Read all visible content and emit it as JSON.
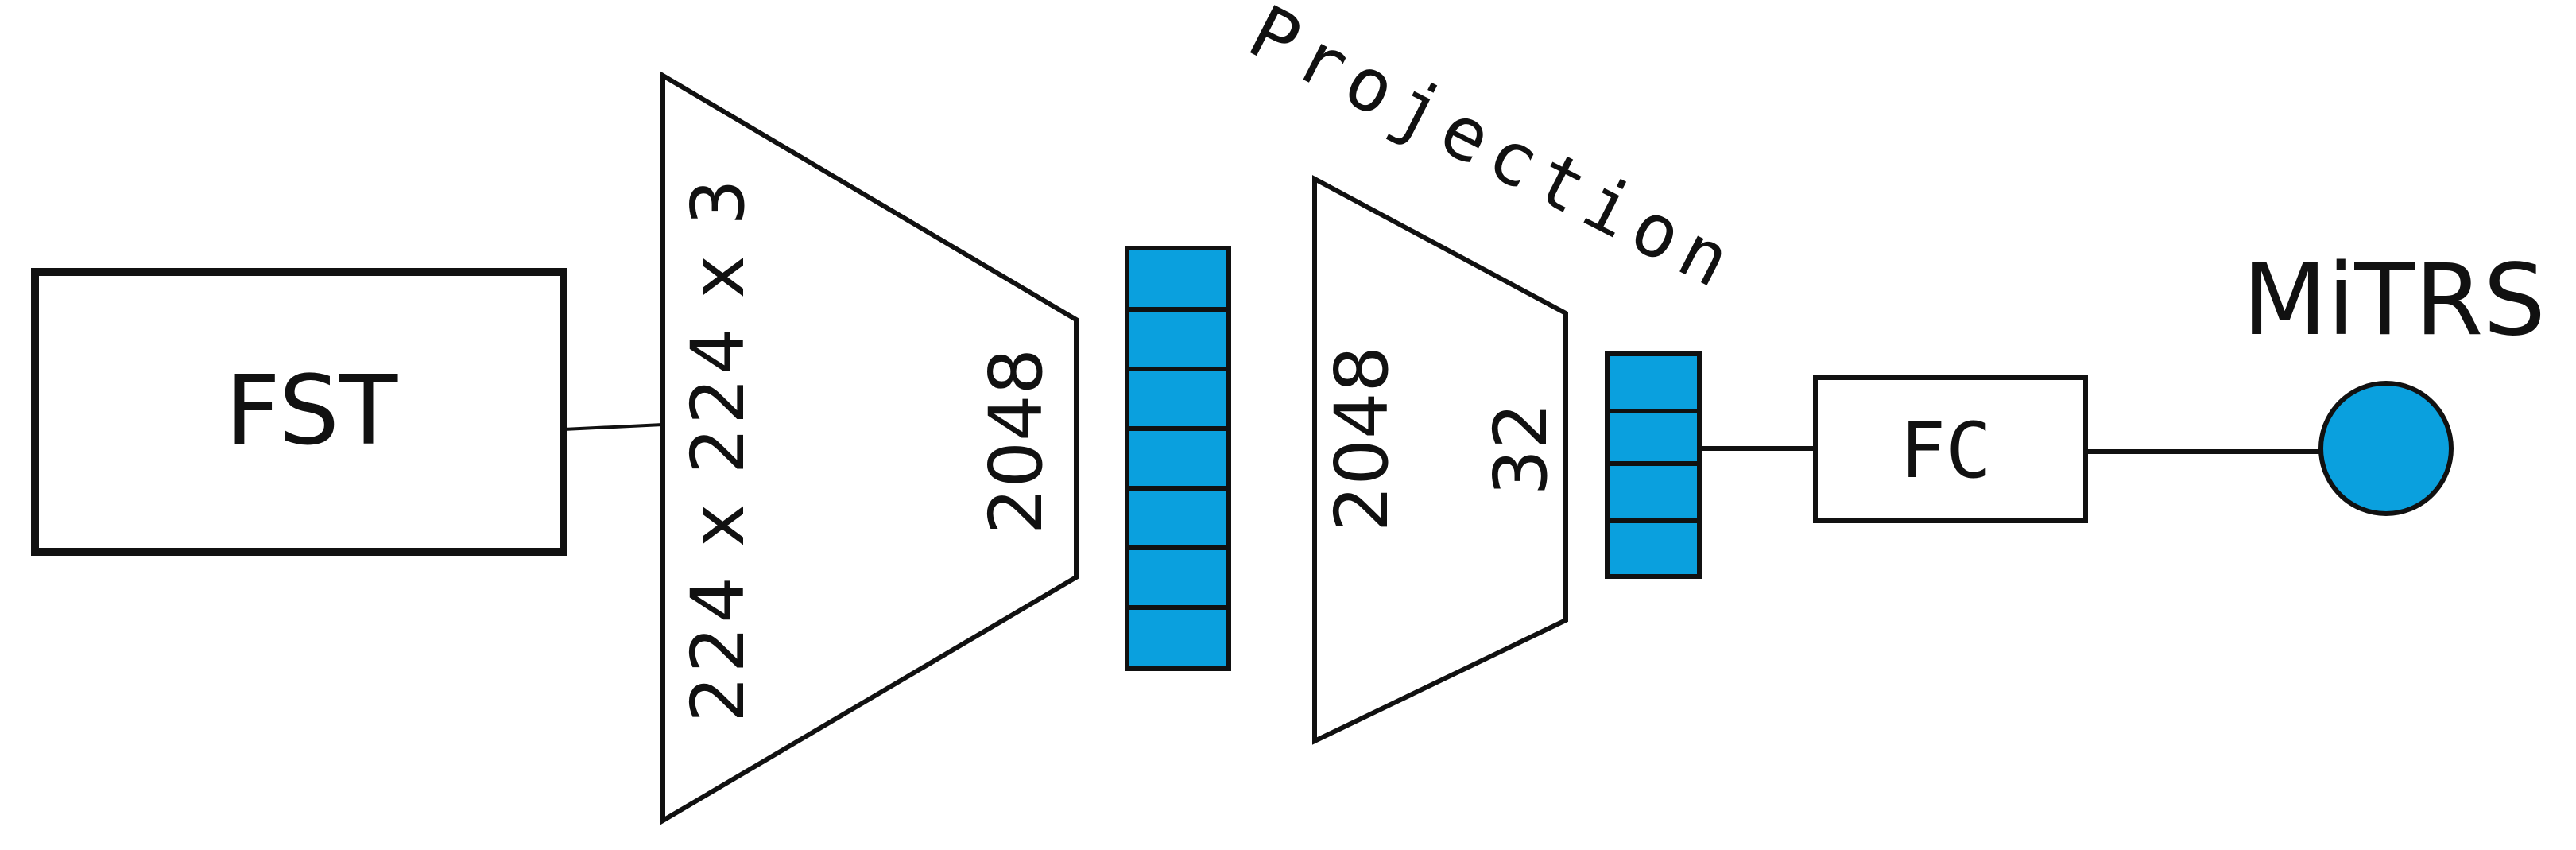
{
  "diagram": {
    "input_label": "FST",
    "backbone": {
      "input_dims": "224 x 224 x 3",
      "output_dims": "2048"
    },
    "projection": {
      "title": "Projection",
      "input_dims": "2048",
      "output_dims": "32"
    },
    "fc_label": "FC",
    "output_label": "MiTRS"
  },
  "colors": {
    "feature_fill": "#0aa0de",
    "stroke": "#111111",
    "background": "#ffffff"
  }
}
